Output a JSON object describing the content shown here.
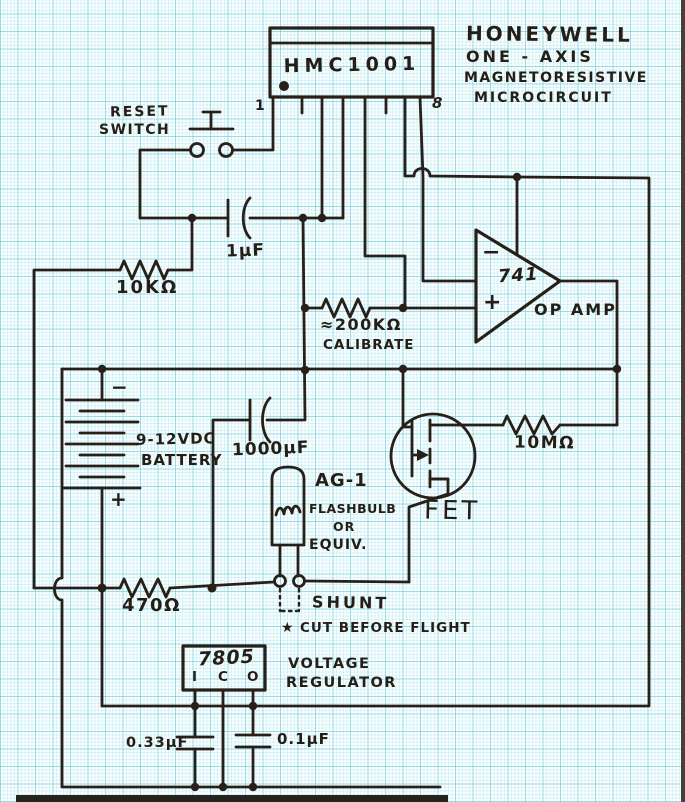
{
  "title_block": {
    "line1": "HONEYWELL",
    "line2": "ONE - AXIS",
    "line3": "MAGNETORESISTIVE",
    "line4": "MICROCIRCUIT"
  },
  "chip": {
    "part": "HMC1001",
    "pin_first": "1",
    "pin_last": "8"
  },
  "reset_switch": {
    "line1": "RESET",
    "line2": "SWITCH"
  },
  "cap_sr": {
    "value": "1μF"
  },
  "r_charge": {
    "value": "10KΩ"
  },
  "r_cal": {
    "line1": "≈200KΩ",
    "line2": "CALIBRATE"
  },
  "opamp": {
    "part": "741",
    "label": "OP AMP",
    "minus": "−",
    "plus": "+"
  },
  "battery": {
    "value": "9-12VDC",
    "label": "BATTERY",
    "minus": "−",
    "plus": "+"
  },
  "cap_bulk": {
    "value": "1000μF"
  },
  "flashbulb": {
    "line1": "AG-1",
    "line2": "FLASHBULB",
    "line3": "OR",
    "line4": "EQUIV."
  },
  "fet": {
    "label": "FET"
  },
  "r_fb": {
    "value": "10MΩ"
  },
  "r_series": {
    "value": "470Ω"
  },
  "shunt": {
    "label": "SHUNT",
    "star": "★",
    "note": "CUT BEFORE FLIGHT"
  },
  "regulator": {
    "part": "7805",
    "pin_i": "I",
    "pin_c": "C",
    "pin_o": "O",
    "line1": "VOLTAGE",
    "line2": "REGULATOR"
  },
  "cap_in": {
    "value": "0.33μF"
  },
  "cap_out": {
    "value": "0.1μF"
  }
}
